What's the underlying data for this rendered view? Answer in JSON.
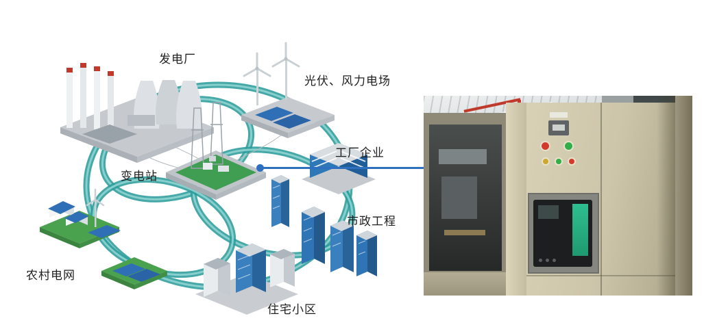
{
  "colors": {
    "page_background": "#ffffff",
    "ring": "#2e9c9c",
    "ring_highlight": "#8fd4d2",
    "connector": "#2e6fc0",
    "label_text": "#1f1f1f",
    "cabinet_beige": "#ccc5aa",
    "relay_green": "#2fbf8f",
    "indicator_red": "#d23b2b",
    "indicator_green": "#2fae4a",
    "pipe_red": "#c03a2c"
  },
  "diagram": {
    "nodes": [
      {
        "id": "power-plant",
        "label": "发电厂"
      },
      {
        "id": "pv-wind-farm",
        "label": "光伏、风力电场"
      },
      {
        "id": "factory",
        "label": "工厂企业"
      },
      {
        "id": "substation",
        "label": "变电站"
      },
      {
        "id": "municipal",
        "label": "市政工程"
      },
      {
        "id": "residential",
        "label": "住宅小区"
      },
      {
        "id": "rural-grid",
        "label": "农村电网"
      }
    ]
  },
  "photo": {
    "name": "switchgear-cabinet-photo"
  }
}
